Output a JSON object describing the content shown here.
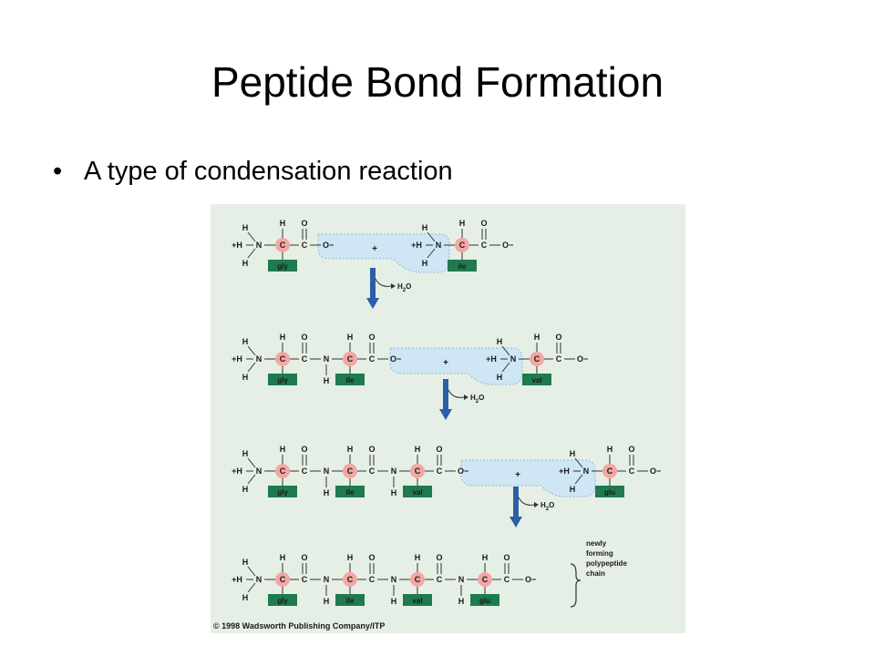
{
  "slide": {
    "title": "Peptide Bond Formation",
    "bullet": "A type of condensation reaction"
  },
  "figure": {
    "atoms": {
      "h": "H",
      "n": "N",
      "c": "C",
      "o": "O",
      "o_minus": "O−",
      "h_plus": "+H",
      "plus": "+",
      "water": "H2O"
    },
    "rows": [
      {
        "residues": [
          "gly",
          "ile"
        ],
        "incoming": null
      },
      {
        "residues": [
          "gly",
          "ile",
          "val"
        ],
        "incoming": null
      },
      {
        "residues": [
          "gly",
          "ile",
          "val",
          "glu"
        ],
        "incoming": null
      },
      {
        "residues": [
          "gly",
          "ile",
          "val",
          "glu"
        ],
        "incoming": null
      }
    ],
    "chain_note": [
      "newly",
      "forming",
      "polypeptide",
      "chain"
    ],
    "copyright": "© 1998 Wadsworth Publishing Company/ITP",
    "colors": {
      "background": "#e6efe6",
      "alpha_carbon": "#f3a7a2",
      "residue_box": "#1f7a4f",
      "arrow": "#2b5fa8",
      "reaction_zone": "#cfe6f5"
    }
  }
}
